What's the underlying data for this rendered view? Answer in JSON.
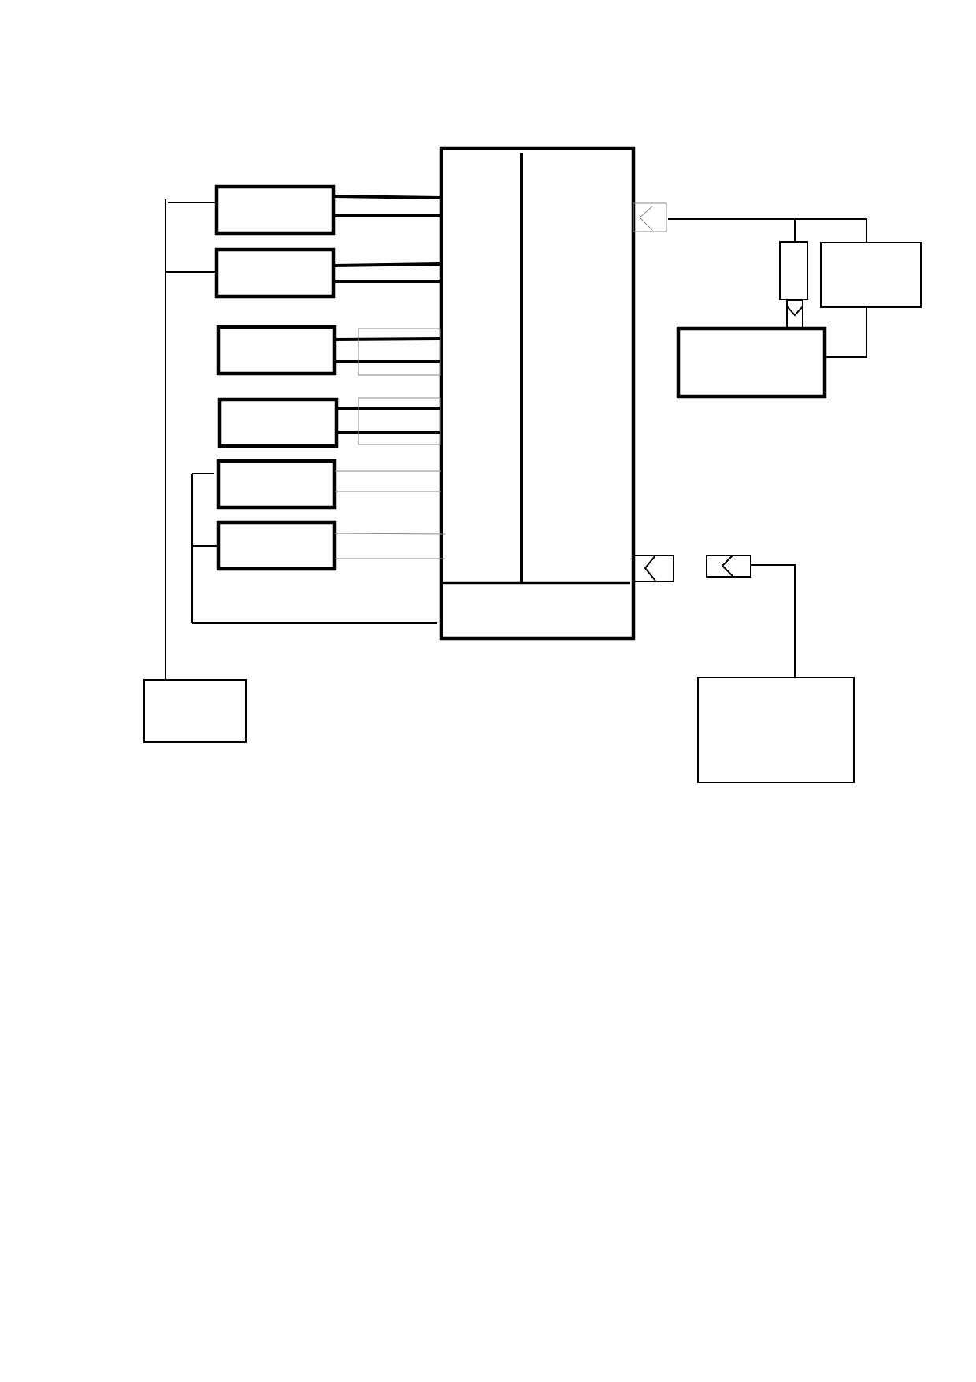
{
  "diagram": {
    "colors": {
      "stroke": "#000000",
      "background": "#ffffff",
      "faint_stroke": "#8a8a8a"
    },
    "components": [
      {
        "id": "central-unit",
        "label": ""
      },
      {
        "id": "module-1",
        "label": ""
      },
      {
        "id": "module-2",
        "label": ""
      },
      {
        "id": "module-3",
        "label": ""
      },
      {
        "id": "module-4",
        "label": ""
      },
      {
        "id": "module-5",
        "label": ""
      },
      {
        "id": "module-6",
        "label": ""
      },
      {
        "id": "left-bottom-box",
        "label": ""
      },
      {
        "id": "right-top-box",
        "label": ""
      },
      {
        "id": "right-middle-box",
        "label": ""
      },
      {
        "id": "right-bottom-box",
        "label": ""
      }
    ]
  }
}
